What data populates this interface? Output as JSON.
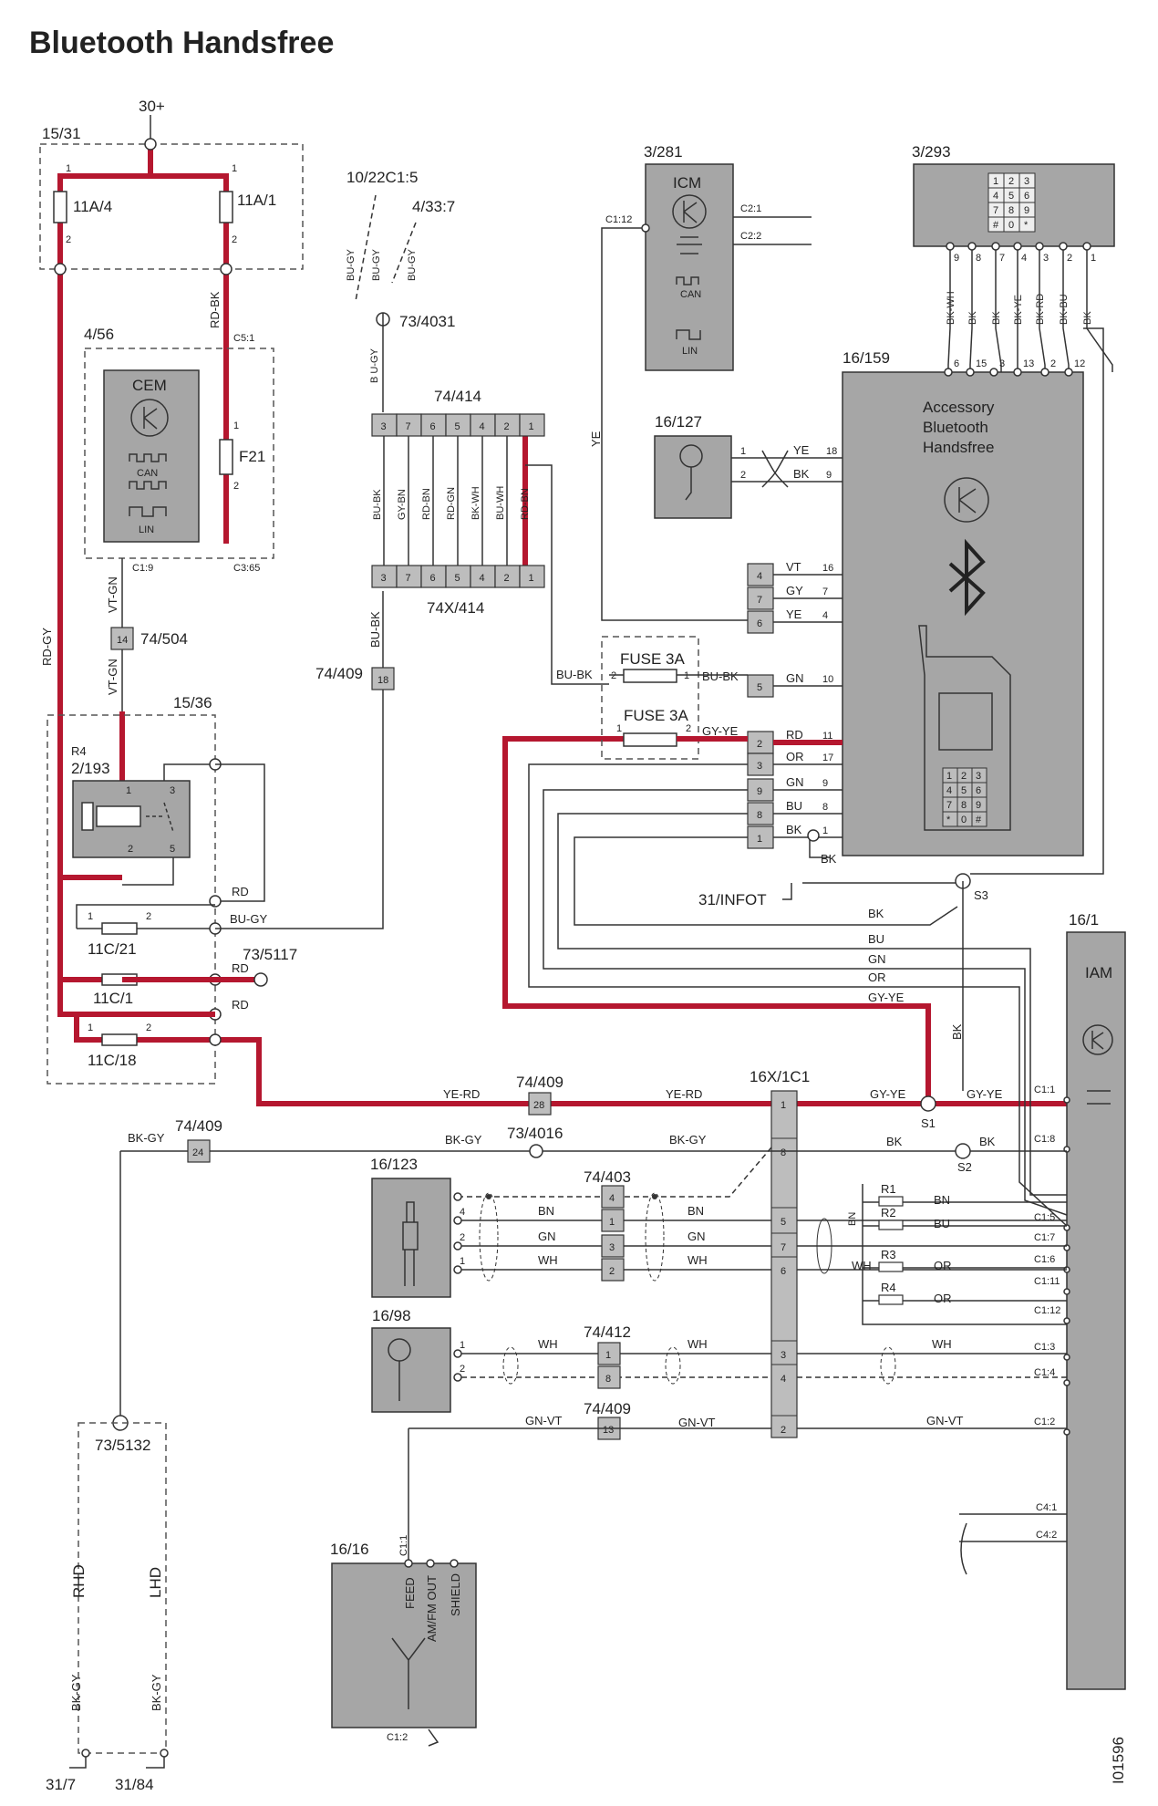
{
  "title": "Bluetooth Handsfree",
  "image_code": "I01596",
  "power": "30+",
  "components": {
    "c15_31": "15/31",
    "fuse_11a4": "11A/4",
    "fuse_11a1": "11A/1",
    "cem_ref": "4/56",
    "cem": "CEM",
    "can": "CAN",
    "lin": "LIN",
    "f21": "F21",
    "c74_504": "74/504",
    "c15_36": "15/36",
    "r4_label": "R4",
    "relay": "2/193",
    "c11c21": "11C/21",
    "c11c1": "11C/1",
    "c11c18": "11C/18",
    "c73_5117": "73/5117",
    "c74_414": "74/414",
    "c74x414": "74X/414",
    "c10_22": "10/22C1:5",
    "c4_33": "4/33:7",
    "c73_4031": "73/4031",
    "c74_409": "74/409",
    "icm_ref": "3/281",
    "icm": "ICM",
    "kp_ref": "3/293",
    "acc_ref": "16/159",
    "acc_name_1": "Accessory",
    "acc_name_2": "Bluetooth",
    "acc_name_3": "Handsfree",
    "mic_ref": "16/127",
    "fuse3a": "FUSE 3A",
    "infot": "31/INFOT",
    "s3": "S3",
    "iam_ref": "16/1",
    "iam": "IAM",
    "c16x": "16X/1C1",
    "c73_4016": "73/4016",
    "s1": "S1",
    "s2": "S2",
    "c16_123": "16/123",
    "c74_403": "74/403",
    "c16_98": "16/98",
    "c74_412": "74/412",
    "c73_5132": "73/5132",
    "c16_16": "16/16",
    "rhd": "RHD",
    "lhd": "LHD",
    "g31_7": "31/7",
    "g31_84": "31/84",
    "feed": "FEED",
    "amfm": "AM/FM OUT",
    "shield": "SHIELD",
    "r1": "R1",
    "r2": "R2",
    "r3": "R3",
    "r4": "R4"
  },
  "wires": {
    "rd_gy": "RD-GY",
    "rd_bk": "RD-BK",
    "vt_gn": "VT-GN",
    "bu_gy": "BU-GY",
    "b_ugy": "B U-GY",
    "bu_bk": "BU-BK",
    "gy_bn": "GY-BN",
    "rd_gn": "RD-GN",
    "bk_wh": "BK-WH",
    "bu_wh": "BU-WH",
    "rd_bn": "RD-BN",
    "ye": "YE",
    "bk": "BK",
    "bk_ye": "BK-YE",
    "bk_rd": "BK-RD",
    "bk_bu": "BK-BU",
    "vt": "VT",
    "gy": "GY",
    "gn": "GN",
    "rd": "RD",
    "or": "OR",
    "bu": "BU",
    "gy_ye": "GY-YE",
    "ye_rd": "YE-RD",
    "bk_gy": "BK-GY",
    "bn": "BN",
    "wh": "WH",
    "gn_vt": "GN-VT"
  },
  "pins": {
    "c5_1": "C5:1",
    "c1_9": "C1:9",
    "c3_65": "C3:65",
    "c1_12": "C1:12",
    "c2_1": "C2:1",
    "c2_2": "C2:2",
    "c1_1": "C1:1",
    "c1_8": "C1:8",
    "c1_5": "C1:5",
    "c1_7": "C1:7",
    "c1_6": "C1:6",
    "c1_11": "C1:11",
    "c1_12b": "C1:12",
    "c1_3": "C1:3",
    "c1_4": "C1:4",
    "c1_2": "C1:2",
    "c4_1": "C4:1",
    "c4_2": "C4:2",
    "c1_1b": "C1:1",
    "c1_2b": "C1:2",
    "n414": [
      "3",
      "7",
      "6",
      "5",
      "4",
      "2",
      "1"
    ],
    "kp_pins": [
      "9",
      "8",
      "7",
      "4",
      "3",
      "2",
      "1"
    ],
    "acc_top_pins": [
      "6",
      "15",
      "3",
      "13",
      "2",
      "12"
    ],
    "acc_pins": [
      "18",
      "9",
      "16",
      "7",
      "4",
      "10",
      "11",
      "17",
      "9",
      "8",
      "1"
    ],
    "block_pins": [
      "4",
      "7",
      "6",
      "5",
      "2",
      "3",
      "9",
      "8",
      "1"
    ],
    "c16x_pins": [
      "1",
      "8",
      "5",
      "7",
      "6",
      "3",
      "4",
      "2"
    ],
    "p403": [
      "4",
      "1",
      "3",
      "2"
    ],
    "p412": [
      "1",
      "8"
    ],
    "p123": [
      "4",
      "2",
      "1"
    ],
    "p98": [
      "1",
      "2"
    ],
    "p18": "18",
    "p14": "14",
    "p28": "28",
    "p24": "24",
    "p13": "13"
  },
  "keypad": [
    "1",
    "2",
    "3",
    "4",
    "5",
    "6",
    "7",
    "8",
    "9",
    "#",
    "0",
    "*"
  ],
  "phone_keypad": [
    "1",
    "2",
    "3",
    "4",
    "5",
    "6",
    "7",
    "8",
    "9",
    "*",
    "0",
    "#"
  ]
}
